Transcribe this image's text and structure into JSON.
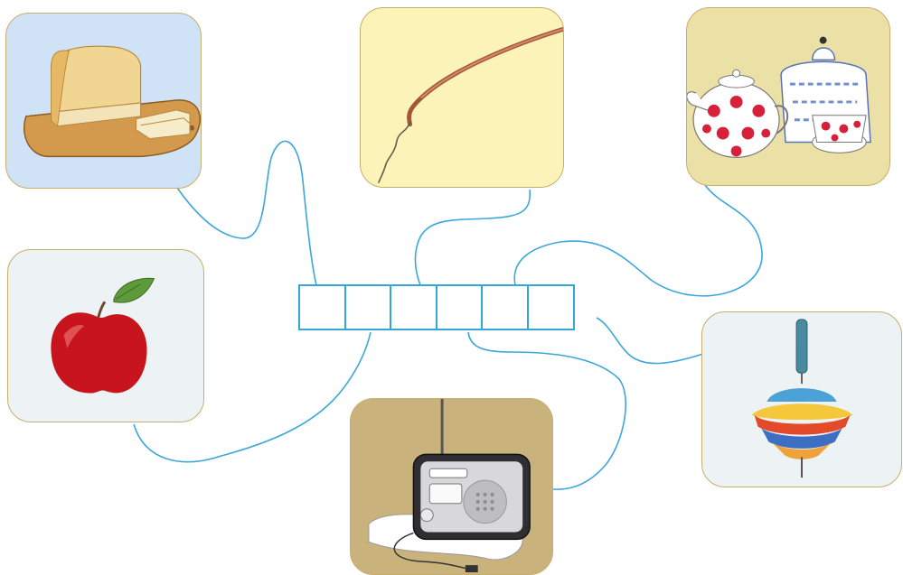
{
  "colors": {
    "line": "#3ba7dc",
    "card_border": "#c9ad6a",
    "card_bread": "#cfe2f6",
    "card_whip": "#fbf3b8",
    "card_teapots": "#ebe0a6",
    "card_apple": "#edf2f4",
    "card_radio": "#c9b27c",
    "card_top": "#edf2f4"
  },
  "cards": [
    {
      "id": "bread",
      "icon": "bread-loaf-icon"
    },
    {
      "id": "whip",
      "icon": "whip-icon"
    },
    {
      "id": "teapots",
      "icon": "teapots-icon"
    },
    {
      "id": "apple",
      "icon": "apple-icon"
    },
    {
      "id": "radio",
      "icon": "radio-icon"
    },
    {
      "id": "top",
      "icon": "spinning-top-icon"
    }
  ],
  "word_grid": {
    "cells": [
      "",
      "",
      "",
      "",
      "",
      ""
    ]
  }
}
